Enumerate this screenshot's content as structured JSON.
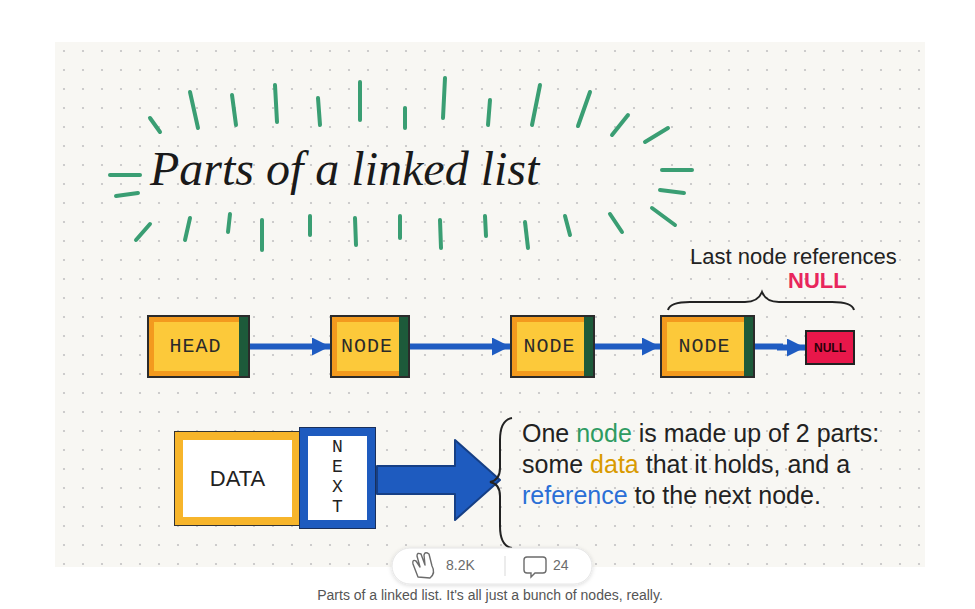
{
  "diagram": {
    "title": "Parts of a linked list",
    "caption": "Parts of a linked list. It's all just a bunch of nodes, really.",
    "nodes": [
      {
        "text": [
          "HEAD"
        ]
      },
      {
        "text": [
          "NODE"
        ]
      },
      {
        "text": [
          "NODE"
        ]
      },
      {
        "text": [
          "NODE"
        ]
      },
      {
        "text": [
          "NULL"
        ]
      },
      {
        "text": [
          "DATA"
        ]
      },
      {
        "text": [
          "NEXT"
        ]
      }
    ],
    "edges": [
      {
        "from": 0,
        "to": 1,
        "arrow": "to"
      },
      {
        "from": 1,
        "to": 2,
        "arrow": "to"
      },
      {
        "from": 2,
        "to": 3,
        "arrow": "to"
      },
      {
        "from": 3,
        "to": 4,
        "arrow": "to"
      }
    ],
    "labels": [
      "Last node references",
      "NULL",
      "One node is made up of 2 parts: some data that it holds, and a reference to the next node.",
      "8.2K",
      "24"
    ]
  }
}
